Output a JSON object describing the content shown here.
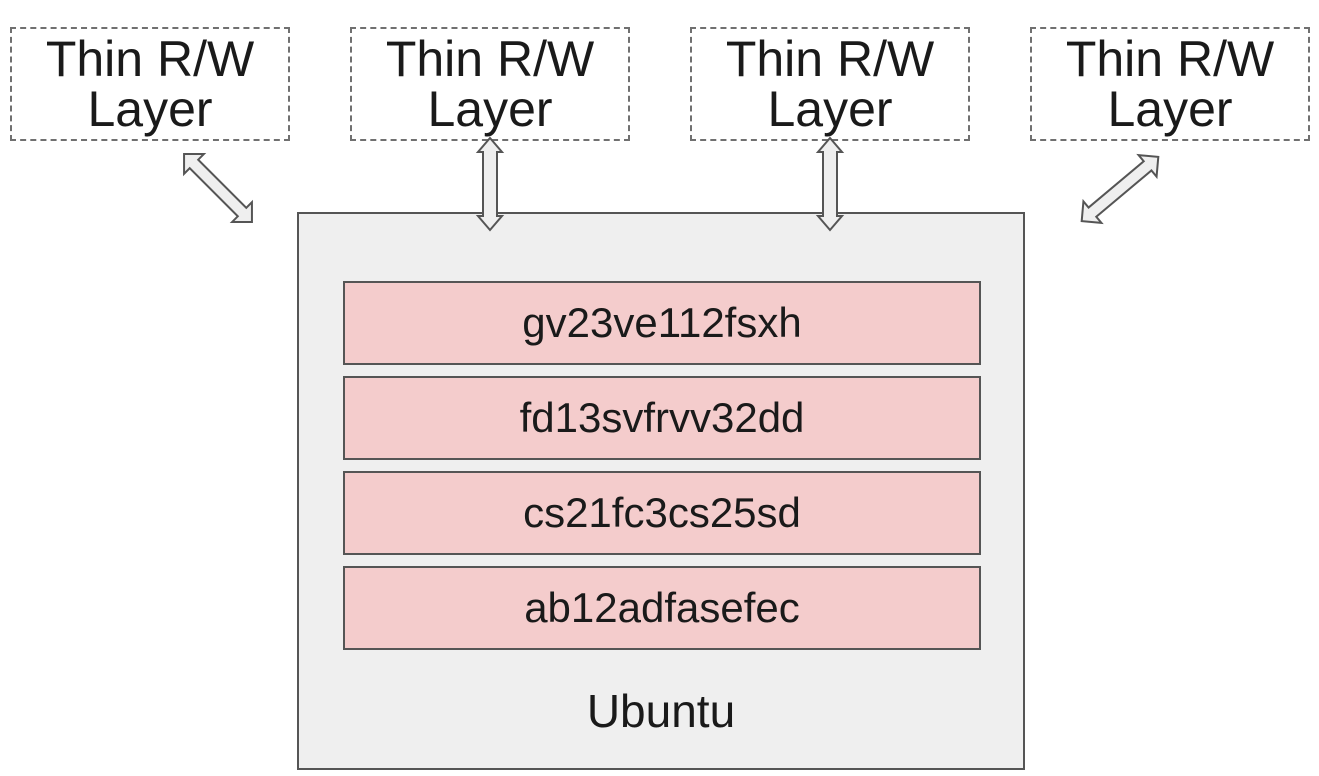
{
  "rw_layers": [
    {
      "line1": "Thin R/W",
      "line2": "Layer"
    },
    {
      "line1": "Thin R/W",
      "line2": "Layer"
    },
    {
      "line1": "Thin R/W",
      "line2": "Layer"
    },
    {
      "line1": "Thin R/W",
      "line2": "Layer"
    }
  ],
  "image": {
    "layers": [
      "gv23ve112fsxh",
      "fd13svfrvv32dd",
      "cs21fc3cs25sd",
      "ab12adfasefec"
    ],
    "base": "Ubuntu"
  },
  "colors": {
    "layer_fill": "#f4cccc",
    "image_fill": "#efefef",
    "arrow_fill": "#efefef",
    "border": "#555555"
  }
}
